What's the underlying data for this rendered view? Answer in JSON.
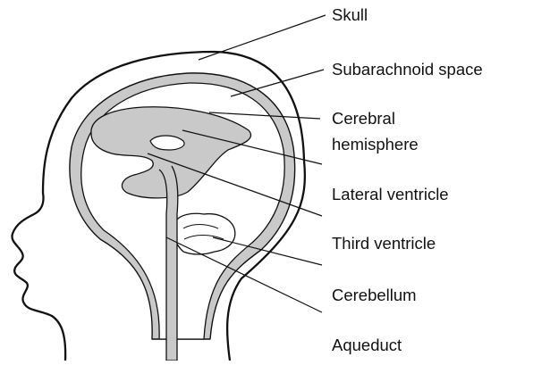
{
  "diagram": {
    "labels": {
      "skull": "Skull",
      "subarachnoid": "Subarachnoid space",
      "cerebral_line1": "Cerebral",
      "cerebral_line2": "hemisphere",
      "lateral": "Lateral ventricle",
      "third": "Third ventricle",
      "cerebellum": "Cerebellum",
      "aqueduct": "Aqueduct"
    },
    "colors": {
      "outline": "#111111",
      "csf_fill": "#c9c9c9",
      "tissue_fill": "#ffffff"
    }
  }
}
